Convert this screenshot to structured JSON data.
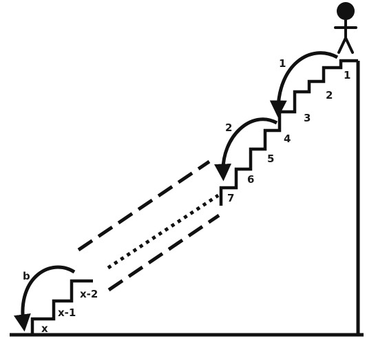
{
  "diagram": {
    "top_steps": [
      "1",
      "2",
      "3",
      "4",
      "5",
      "6",
      "7"
    ],
    "bottom_steps": [
      "x",
      "x-1",
      "x-2"
    ],
    "jumps": [
      {
        "label": "1"
      },
      {
        "label": "2"
      },
      {
        "label": "b"
      }
    ],
    "stroke_color": "#111111",
    "background": "#ffffff",
    "icons": [
      "stick-figure-icon",
      "curved-arrow-icon"
    ]
  }
}
